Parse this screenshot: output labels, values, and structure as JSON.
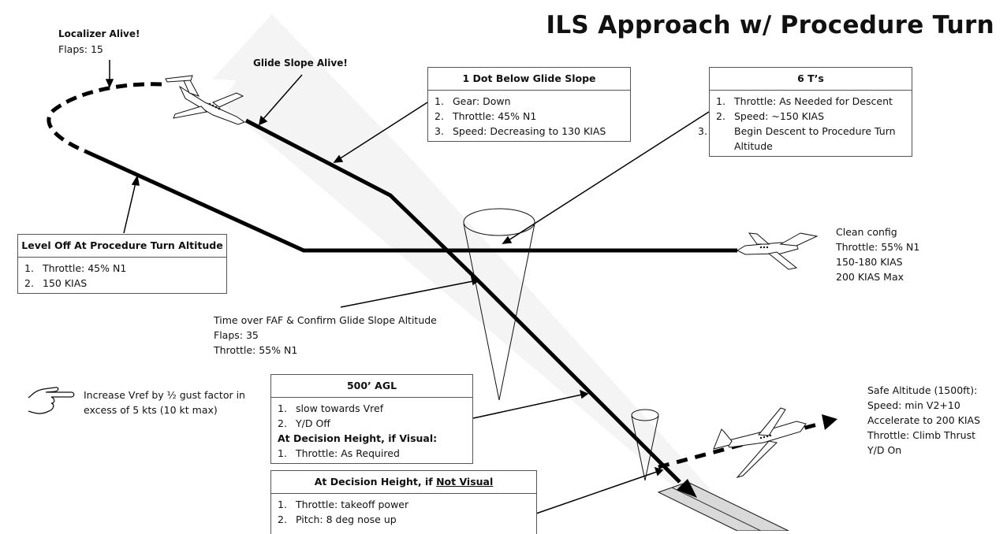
{
  "title": "ILS Approach w/ Procedure Turn",
  "callouts": {
    "localizer_alive": {
      "heading": "Localizer Alive!",
      "line1": "Flaps: 15"
    },
    "glide_slope_alive": {
      "heading": "Glide Slope Alive!"
    },
    "clean_config": [
      "Clean config",
      "Throttle: 55% N1",
      "150-180 KIAS",
      "200 KIAS Max"
    ],
    "faf": [
      "Time over FAF & Confirm Glide Slope Altitude",
      "Flaps: 35",
      "Throttle: 55% N1"
    ],
    "gust_tip": [
      "Increase Vref by ½ gust factor in",
      "excess of 5 kts (10 kt max)"
    ],
    "missed_approach": [
      "Safe Altitude (1500ft):",
      "Speed: min V2+10",
      "Accelerate to 200 KIAS",
      "Throttle: Climb Thrust",
      "Y/D On"
    ]
  },
  "boxes": {
    "one_dot": {
      "header": "1 Dot Below Glide Slope",
      "items": [
        {
          "n": "1.",
          "text": "Gear: Down"
        },
        {
          "n": "2.",
          "text": "Throttle: 45% N1"
        },
        {
          "n": "3.",
          "text": "Speed: Decreasing to 130 KIAS"
        }
      ]
    },
    "six_ts": {
      "header": "6 T’s",
      "items": [
        {
          "n": "1.",
          "text": "Throttle: As Needed for Descent"
        },
        {
          "n": "2.",
          "text": "Speed: ~150 KIAS"
        },
        {
          "n": "3.",
          "text": "Begin Descent to Procedure Turn Altitude"
        }
      ]
    },
    "level_off": {
      "header": "Level Off At Procedure Turn Altitude",
      "items": [
        {
          "n": "1.",
          "text": "Throttle: 45% N1"
        },
        {
          "n": "2.",
          "text": "150 KIAS"
        }
      ]
    },
    "agl_500": {
      "header": "500’ AGL",
      "items": [
        {
          "n": "1.",
          "text": "slow towards Vref"
        },
        {
          "n": "2.",
          "text": "Y/D Off"
        }
      ],
      "subheading": "At Decision Height, if Visual:",
      "sub_items": [
        {
          "n": "1.",
          "text": "Throttle: As Required"
        }
      ]
    },
    "not_visual": {
      "header_prefix": "At Decision Height, if ",
      "header_underlined": "Not Visual",
      "items": [
        {
          "n": "1.",
          "text": "Throttle: takeoff power"
        },
        {
          "n": "2.",
          "text": "Pitch: 8 deg nose up"
        }
      ]
    }
  },
  "colors": {
    "line": "#000000",
    "beam": "#f2f2f2",
    "runway": "#d9d9d9",
    "border": "#555555"
  }
}
